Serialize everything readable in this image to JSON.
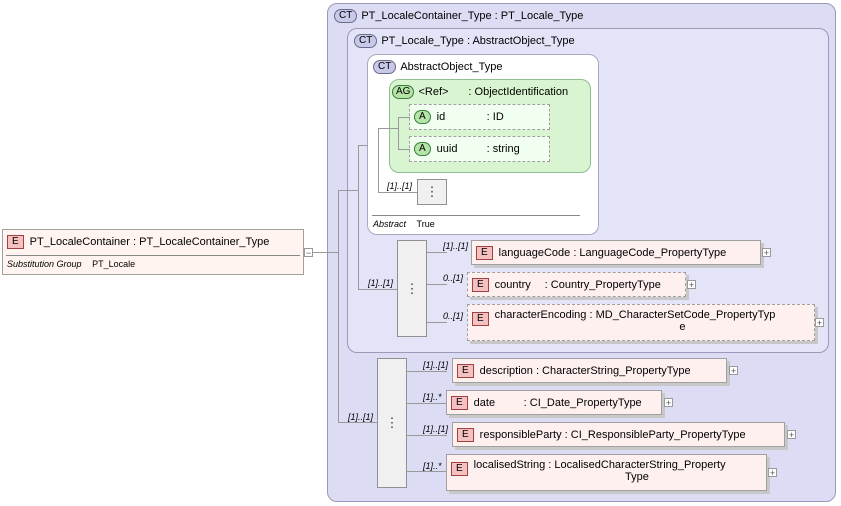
{
  "root": {
    "badge": "E",
    "name": "PT_LocaleContainer",
    "type": ": PT_LocaleContainer_Type",
    "sub_label": "Substitution Group",
    "sub_value": "PT_Locale"
  },
  "ct_outer": {
    "badge": "CT",
    "title": "PT_LocaleContainer_Type : PT_Locale_Type"
  },
  "ct_mid": {
    "badge": "CT",
    "title": "PT_Locale_Type : AbstractObject_Type"
  },
  "ct_abs": {
    "badge": "CT",
    "title": "AbstractObject_Type",
    "abstract_label": "Abstract",
    "abstract_value": "True",
    "seq_card": "[1]..[1]"
  },
  "ag": {
    "badge": "AG",
    "ref": "<Ref>",
    "type": ": ObjectIdentification",
    "attrs": [
      {
        "badge": "A",
        "name": "id",
        "type": ": ID"
      },
      {
        "badge": "A",
        "name": "uuid",
        "type": ": string"
      }
    ]
  },
  "locale_seq": {
    "card": "[1]..[1]",
    "elements": [
      {
        "badge": "E",
        "card": "[1]..[1]",
        "name": "languageCode",
        "type": ": LanguageCode_PropertyType"
      },
      {
        "badge": "E",
        "card": "0..[1]",
        "name": "country",
        "type": ": Country_PropertyType"
      },
      {
        "badge": "E",
        "card": "0..[1]",
        "name": "characterEncoding",
        "type": ": MD_CharacterSetCode_PropertyTyp",
        "type2": "e"
      }
    ]
  },
  "container_seq": {
    "card": "[1]..[1]",
    "elements": [
      {
        "badge": "E",
        "card": "[1]..[1]",
        "name": "description",
        "type": ": CharacterString_PropertyType"
      },
      {
        "badge": "E",
        "card": "[1]..*",
        "name": "date",
        "type": ": CI_Date_PropertyType"
      },
      {
        "badge": "E",
        "card": "[1]..[1]",
        "name": "responsibleParty",
        "type": ": CI_ResponsibleParty_PropertyType"
      },
      {
        "badge": "E",
        "card": "[1]..*",
        "name": "localisedString",
        "type": ": LocalisedCharacterString_Property",
        "type2": "Type"
      }
    ]
  },
  "glyphs": {
    "plus": "+",
    "minus": "−",
    "seq": "⋮"
  },
  "colors": {
    "ct_fill": "#dcdcf4",
    "ag_fill": "#d8f4d0",
    "element_fill": "#fff0f0"
  }
}
